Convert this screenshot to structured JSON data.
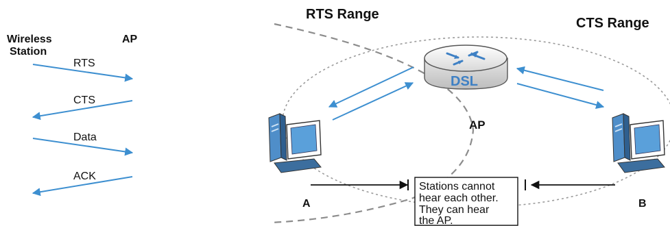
{
  "sequence": {
    "left_header": [
      "Wireless",
      "Station"
    ],
    "right_header": "AP",
    "messages": [
      {
        "label": "RTS",
        "direction": "to-ap"
      },
      {
        "label": "CTS",
        "direction": "to-station"
      },
      {
        "label": "Data",
        "direction": "to-ap"
      },
      {
        "label": "ACK",
        "direction": "to-station"
      }
    ]
  },
  "topology": {
    "rts_range_label": "RTS Range",
    "cts_range_label": "CTS Range",
    "router_label": "DSL",
    "ap_label": "AP",
    "station_a_label": "A",
    "station_b_label": "B",
    "note_lines": [
      "Stations cannot",
      "hear each other.",
      "They can hear",
      "the AP."
    ]
  },
  "colors": {
    "arrow_blue": "#3d8fd0",
    "range_dash": "#8c8c8c",
    "router_icon_blue": "#3e80c4",
    "computer_blue": "#4f8ec9"
  }
}
